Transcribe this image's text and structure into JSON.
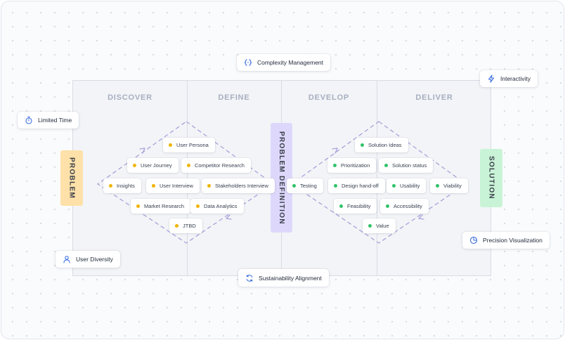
{
  "phases": [
    "DISCOVER",
    "DEFINE",
    "DEVELOP",
    "DELIVER"
  ],
  "bars": {
    "problem": "PROBLEM",
    "definition": "PROBLEM DEFINITION",
    "solution": "SOLUTION"
  },
  "left_chips": [
    "User Persona",
    "User Journey",
    "Competitor Research",
    "Insights",
    "User Interview",
    "Stakeholders Interview",
    "Market Research",
    "Data Analytics",
    "JTBD"
  ],
  "right_chips": [
    "Solution Ideas",
    "Prioritization",
    "Solution status",
    "Testing",
    "Design hand-off",
    "Usability",
    "Viability",
    "Feasibility",
    "Accessibility",
    "Value"
  ],
  "callouts": {
    "complexity": "Complexity Management",
    "interactivity": "Interactivity",
    "limited_time": "Limited Time",
    "user_diversity": "User Diversity",
    "sustainability": "Sustainability Alignment",
    "precision": "Precision Visualization"
  },
  "icons": {
    "complexity": "code-braces-icon",
    "interactivity": "lightning-icon",
    "limited_time": "stopwatch-icon",
    "user_diversity": "user-icon",
    "sustainability": "recycle-icon",
    "precision": "pie-chart-icon"
  },
  "colors": {
    "problem_bar": "#fde1a8",
    "definition_bar": "#ddd8fb",
    "solution_bar": "#c9f3d6",
    "dashed_line": "#a7a3dc",
    "accent_icon": "#3b6fe0",
    "dot_left": "#f0b400",
    "dot_right": "#33c26b"
  }
}
